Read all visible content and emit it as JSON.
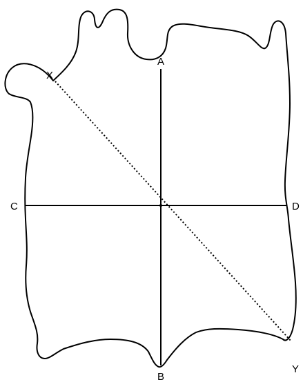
{
  "labels": {
    "a": "A",
    "b": "B",
    "c": "C",
    "d": "D",
    "x": "X",
    "y": "Y"
  },
  "colors": {
    "stroke": "#000000",
    "background": "#ffffff"
  }
}
